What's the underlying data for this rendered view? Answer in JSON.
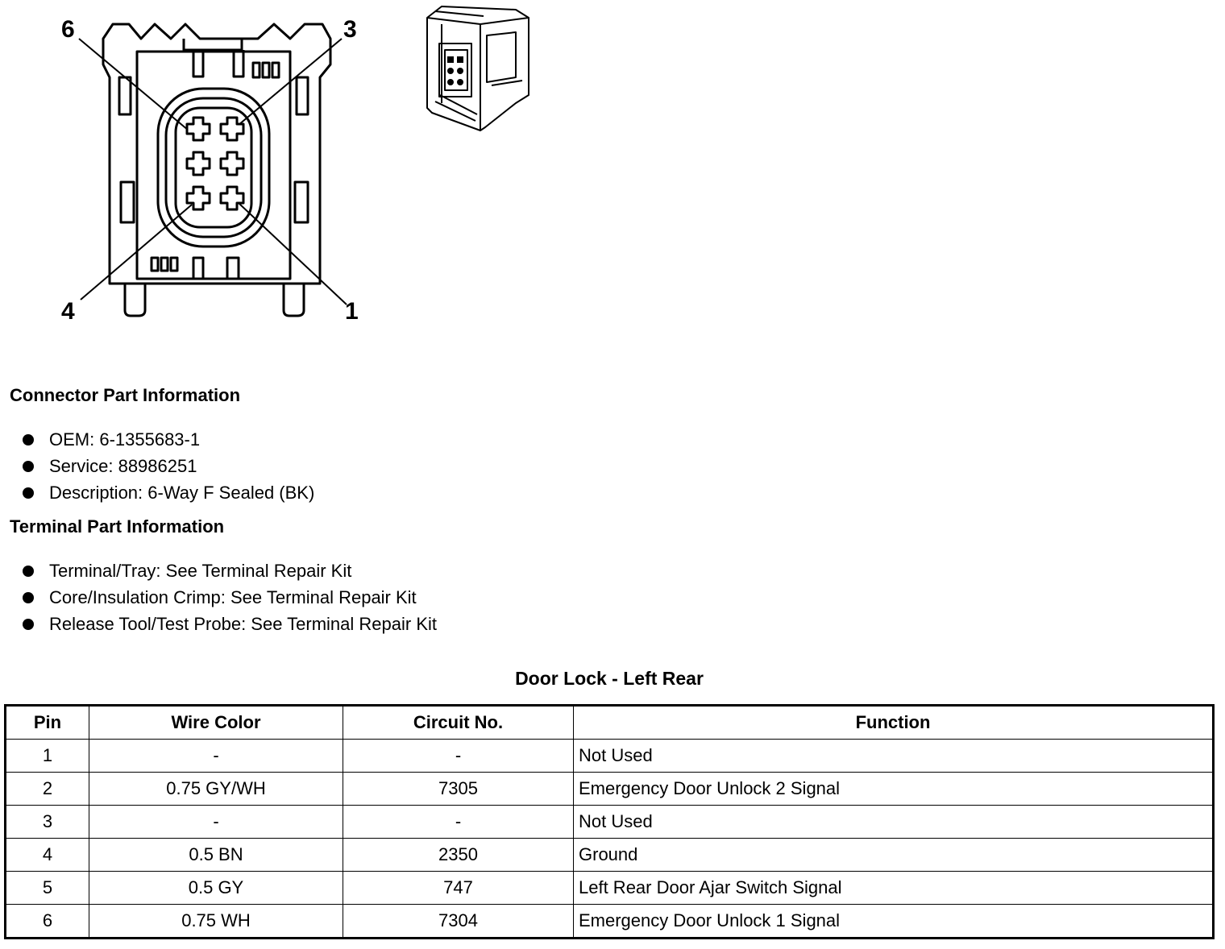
{
  "connector_view": {
    "pin_labels": [
      "6",
      "3",
      "4",
      "1"
    ]
  },
  "connector_part_info": {
    "title": "Connector Part Information",
    "items": [
      "OEM: 6-1355683-1",
      "Service: 88986251",
      "Description: 6-Way F Sealed (BK)"
    ]
  },
  "terminal_part_info": {
    "title": "Terminal Part Information",
    "items": [
      "Terminal/Tray: See Terminal Repair Kit",
      "Core/Insulation Crimp: See Terminal Repair Kit",
      "Release Tool/Test Probe: See Terminal Repair Kit"
    ]
  },
  "pin_table": {
    "title": "Door Lock - Left Rear",
    "headers": [
      "Pin",
      "Wire Color",
      "Circuit No.",
      "Function"
    ],
    "rows": [
      [
        "1",
        "-",
        "-",
        "Not Used"
      ],
      [
        "2",
        "0.75 GY/WH",
        "7305",
        "Emergency Door Unlock 2 Signal"
      ],
      [
        "3",
        "-",
        "-",
        "Not Used"
      ],
      [
        "4",
        "0.5 BN",
        "2350",
        "Ground"
      ],
      [
        "5",
        "0.5 GY",
        "747",
        "Left Rear Door Ajar Switch Signal"
      ],
      [
        "6",
        "0.75 WH",
        "7304",
        "Emergency Door Unlock 1 Signal"
      ]
    ]
  }
}
